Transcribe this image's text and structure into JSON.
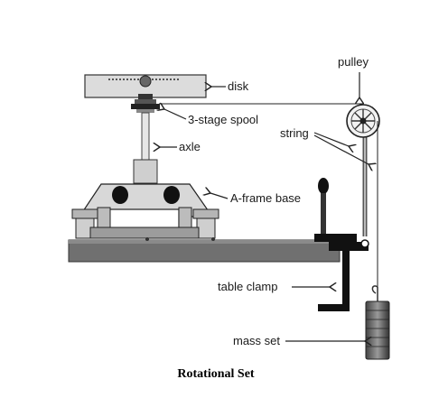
{
  "labels": {
    "disk": "disk",
    "spool": "3-stage spool",
    "axle": "axle",
    "a_frame": "A-frame base",
    "pulley": "pulley",
    "string": "string",
    "table_clamp": "table clamp",
    "mass_set": "mass set"
  },
  "caption": "Rotational Set",
  "colors": {
    "ink": "#1a1a1a",
    "metal_light": "#d9d9d9",
    "metal_mid": "#a8a8a8",
    "metal_dark": "#555555",
    "table": "#6e6e6e",
    "black": "#111111"
  }
}
